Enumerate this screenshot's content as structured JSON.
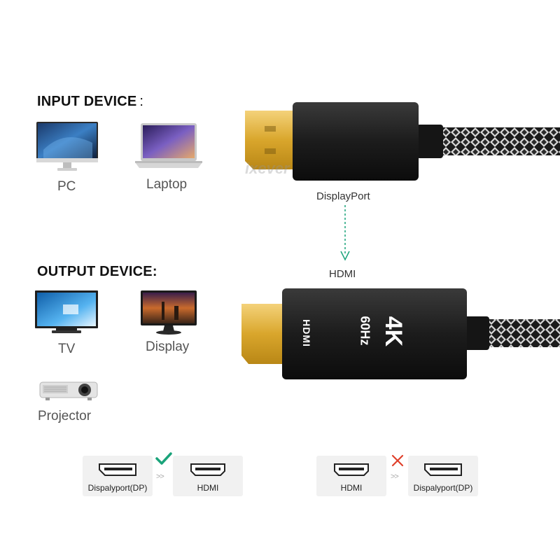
{
  "input": {
    "heading": "INPUT DEVICE",
    "colon": ":",
    "devices": [
      "PC",
      "Laptop"
    ]
  },
  "output": {
    "heading": "OUTPUT DEVICE:",
    "devices": [
      "TV",
      "Display",
      "Projector"
    ]
  },
  "cable": {
    "source_label": "DisplayPort",
    "target_label": "HDMI",
    "plug_text_4k": "4K",
    "plug_text_hz": "60Hz",
    "plug_logo": "HDMI"
  },
  "watermark": "ixever",
  "compat": {
    "supported": {
      "from": "Dispalyport(DP)",
      "to": "HDMI",
      "status_icon": "check-icon",
      "arrows": ">>"
    },
    "unsupported": {
      "from": "HDMI",
      "to": "Dispalyport(DP)",
      "status_icon": "cross-icon",
      "arrows": ">>"
    }
  },
  "colors": {
    "check": "#1aa37a",
    "cross": "#e0412c",
    "arrow_dash": "#1aa37a",
    "plug_gold": "#d9a62c"
  }
}
